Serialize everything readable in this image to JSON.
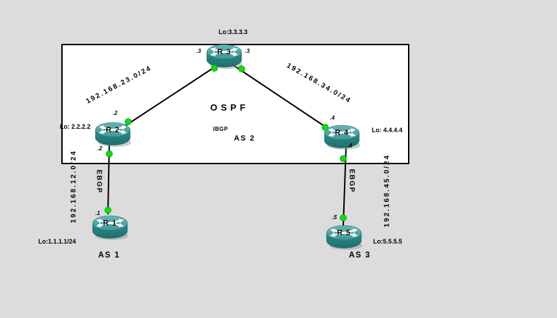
{
  "diagram": {
    "background_color": "#dcdcdc",
    "zone": {
      "protocol": "OSPF",
      "ibgp": "IBGP",
      "as_label": "AS 2"
    },
    "routers": [
      {
        "name": "R 3",
        "loopback": "Lo:3.3.3.3",
        "if_left": ".3",
        "if_right": ".3"
      },
      {
        "name": "R 2",
        "loopback": "Lo: 2.2.2.2",
        "if_top": ".2",
        "if_bottom": ".2"
      },
      {
        "name": "R 4",
        "loopback": "Lo: 4.4.4.4",
        "if_top": ".4",
        "if_bottom": ".4"
      },
      {
        "name": "R 1",
        "loopback": "Lo:1.1.1.1/24",
        "if_top": ".1",
        "as_label": "AS 1"
      },
      {
        "name": "R 5",
        "loopback": "Lo:5.5.5.5",
        "if_top": ".5",
        "as_label": "AS 3"
      }
    ],
    "links": [
      {
        "subnet": "192.168.23.0/24"
      },
      {
        "subnet": "192.168.34.0/24"
      },
      {
        "subnet": "192.168.12.0/24",
        "protocol": "EBGP"
      },
      {
        "subnet": "192.168.45.0/24",
        "protocol": "EBGP"
      }
    ],
    "colors": {
      "router_top": "#4fa5a5",
      "router_body": "#257d7d",
      "link_line": "#000000",
      "link_dot": "#0ddd0d",
      "zone_background": "#ffffff",
      "zone_border": "#000000"
    }
  }
}
